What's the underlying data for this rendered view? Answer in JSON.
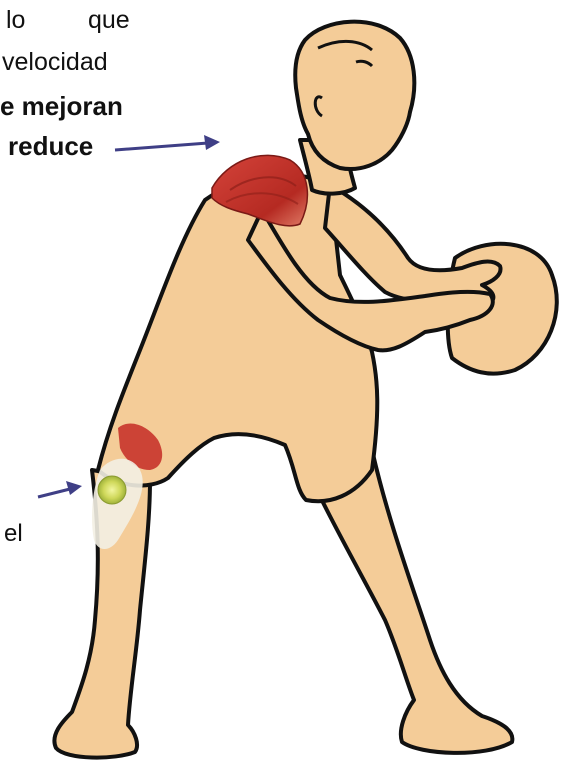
{
  "labels": {
    "line1_a": "lo",
    "line1_b": "que",
    "line2": "velocidad",
    "line3": "e mejoran",
    "line4": "reduce",
    "line5": "el"
  },
  "colors": {
    "skin": "#f4cc98",
    "outline": "#111111",
    "muscle": "#c8342b",
    "knee": "#cfd85a",
    "arrow": "#3f3f86"
  },
  "icons": {
    "arrow_shoulder": "arrow-right-icon",
    "arrow_knee": "arrow-right-icon"
  }
}
